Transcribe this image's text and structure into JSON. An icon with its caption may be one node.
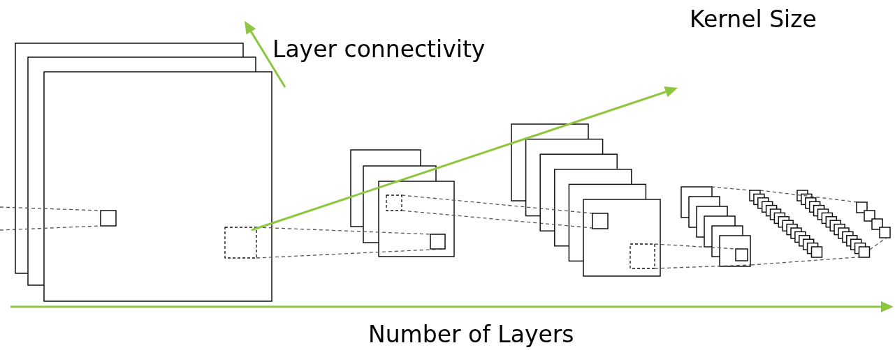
{
  "diagram": {
    "labels": [
      "Kernel Size",
      "Layer connectivity",
      "Number of Layers"
    ]
  }
}
